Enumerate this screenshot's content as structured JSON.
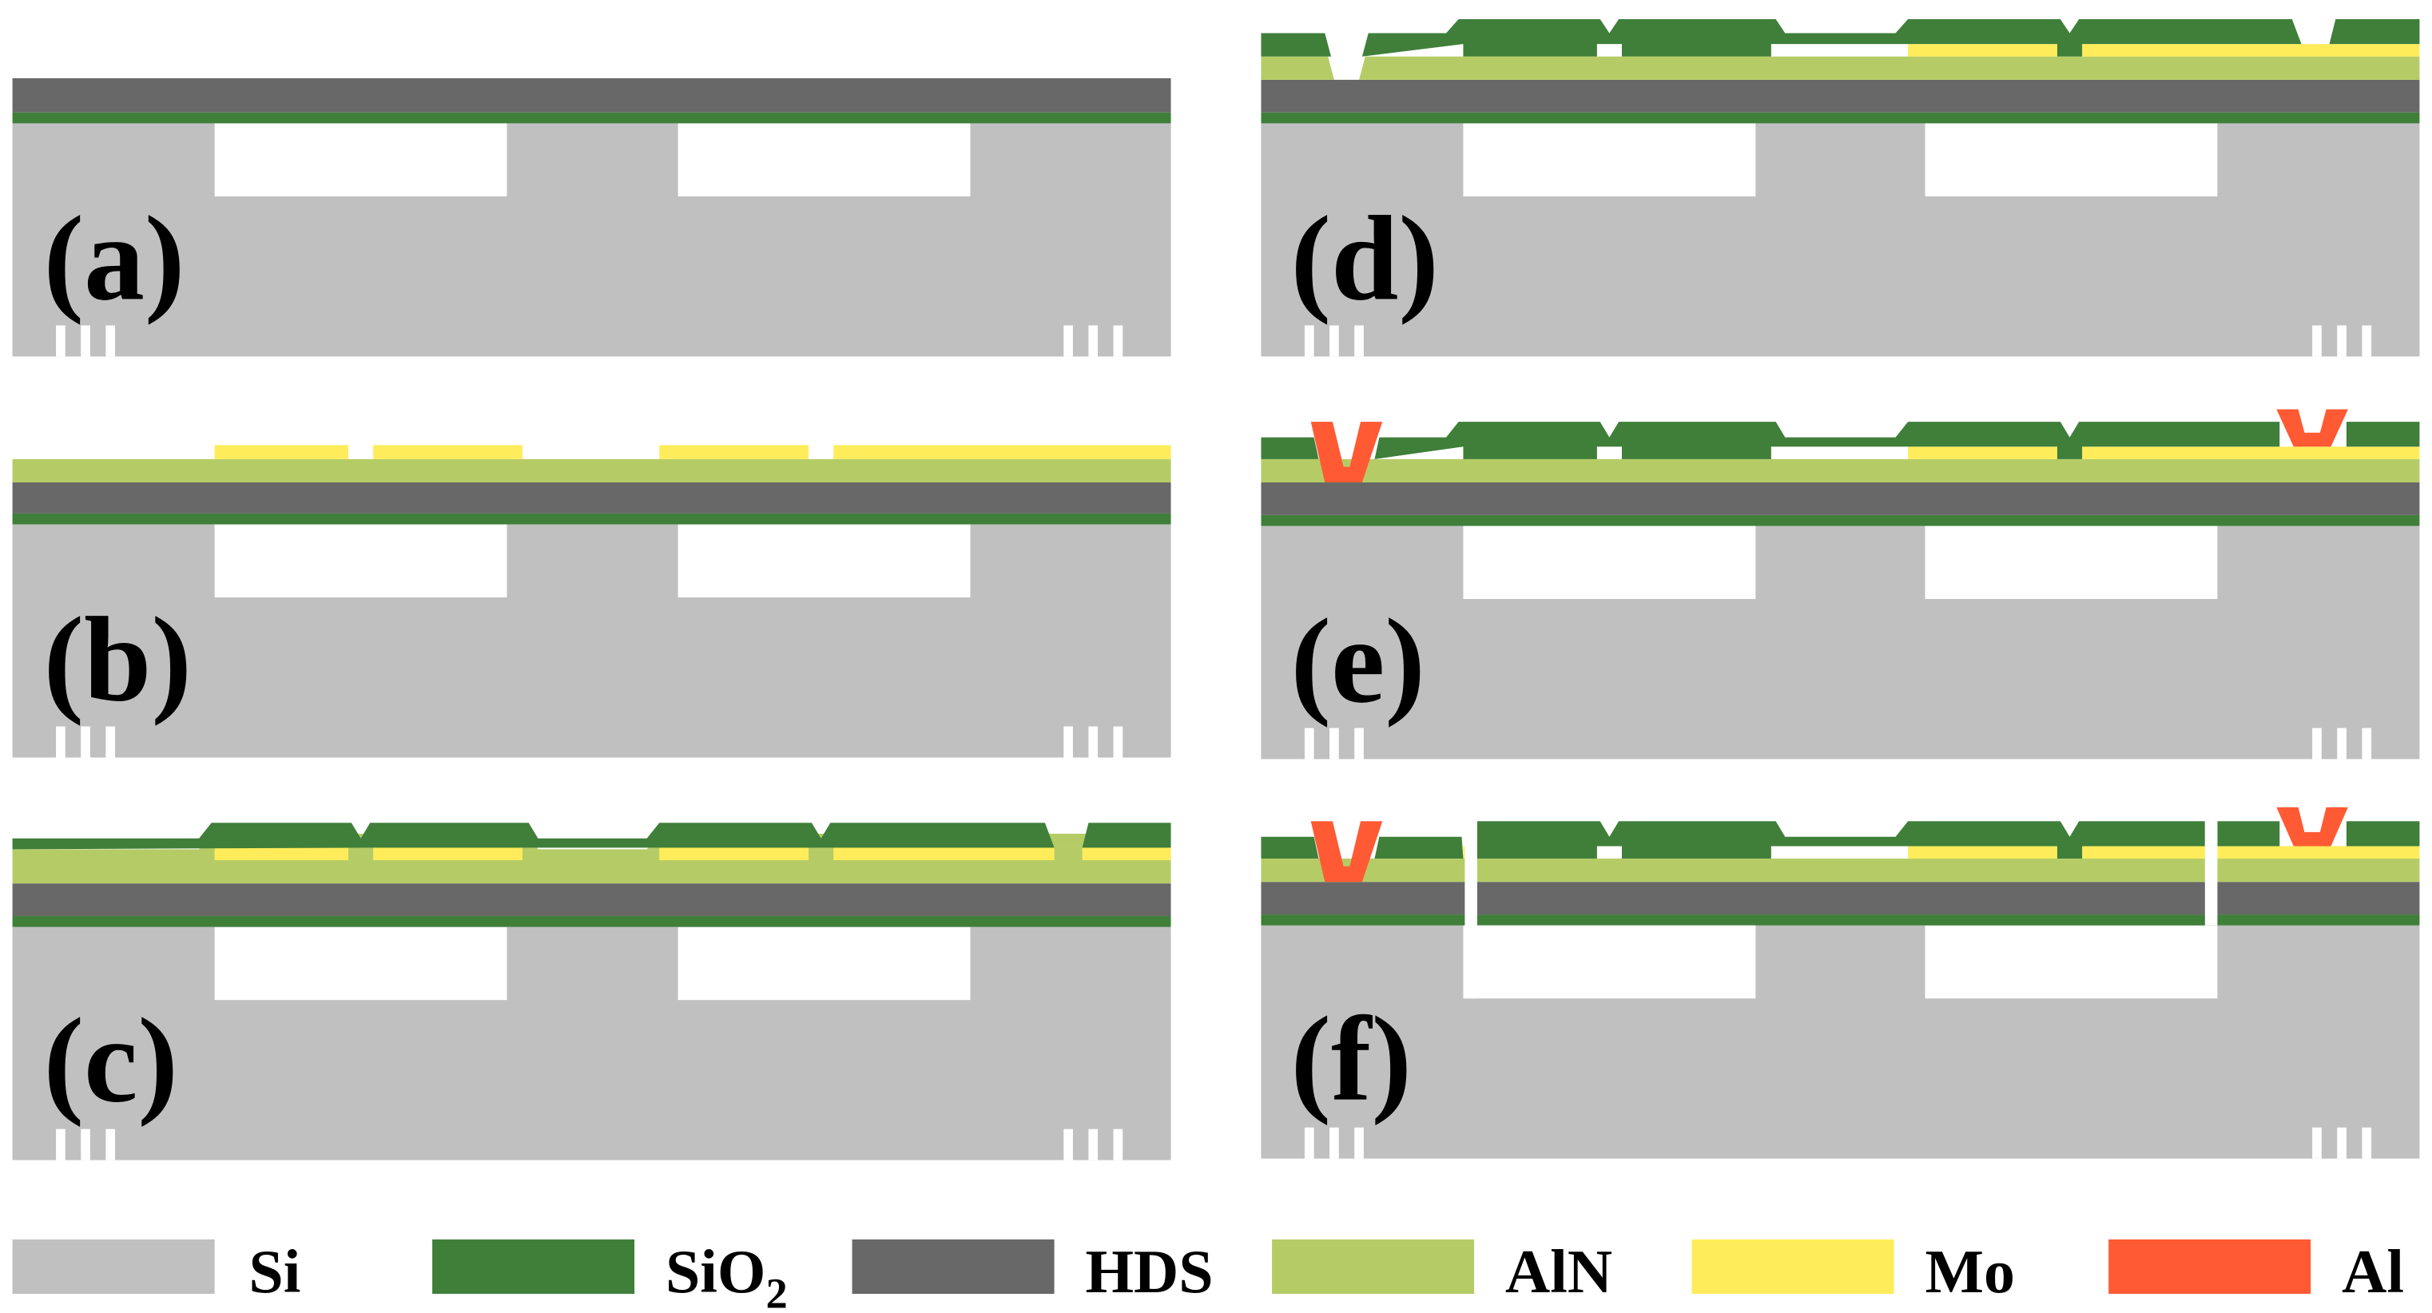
{
  "figure": {
    "panels": [
      {
        "id": "a",
        "label": "(a)"
      },
      {
        "id": "b",
        "label": "(b)"
      },
      {
        "id": "c",
        "label": "(c)"
      },
      {
        "id": "d",
        "label": "(d)"
      },
      {
        "id": "e",
        "label": "(e)"
      },
      {
        "id": "f",
        "label": "(f)"
      }
    ],
    "legend": [
      {
        "key": "si",
        "label": "Si",
        "color": "#c0c0c0"
      },
      {
        "key": "sio2",
        "label": "SiO",
        "subscript": "2",
        "color": "#3f7f3a"
      },
      {
        "key": "hds",
        "label": "HDS",
        "color": "#686868"
      },
      {
        "key": "aln",
        "label": "AlN",
        "color": "#b5cc66"
      },
      {
        "key": "mo",
        "label": "Mo",
        "color": "#ffec5a"
      },
      {
        "key": "al",
        "label": "Al",
        "color": "#ff5a33"
      }
    ]
  }
}
